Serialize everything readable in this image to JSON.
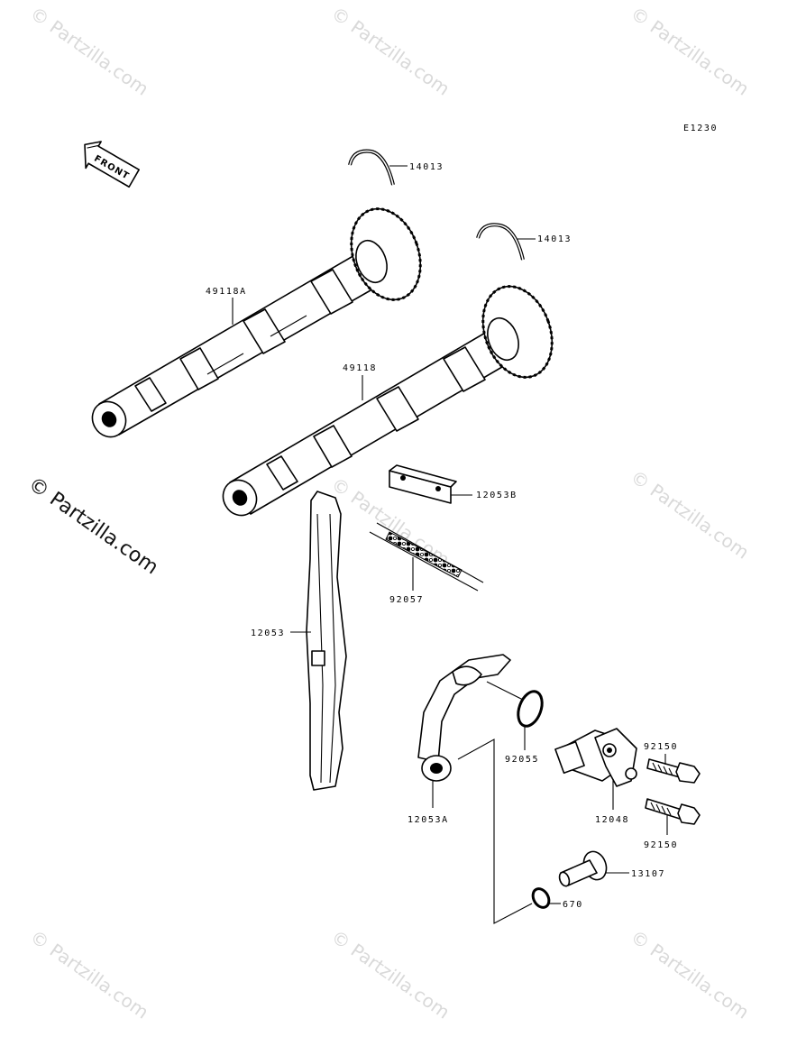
{
  "diagram": {
    "code": "E1230",
    "front_label": "FRONT",
    "copyright": "© Partzilla.com",
    "watermark": "© Partzilla.com",
    "parts": [
      {
        "id": "p14013a",
        "label": "14013"
      },
      {
        "id": "p14013b",
        "label": "14013"
      },
      {
        "id": "p49118a",
        "label": "49118A"
      },
      {
        "id": "p49118",
        "label": "49118"
      },
      {
        "id": "p12053b",
        "label": "12053B"
      },
      {
        "id": "p92057",
        "label": "92057"
      },
      {
        "id": "p12053",
        "label": "12053"
      },
      {
        "id": "p92055",
        "label": "92055"
      },
      {
        "id": "p92150a",
        "label": "92150"
      },
      {
        "id": "p12053a",
        "label": "12053A"
      },
      {
        "id": "p12048",
        "label": "12048"
      },
      {
        "id": "p92150b",
        "label": "92150"
      },
      {
        "id": "p13107",
        "label": "13107"
      },
      {
        "id": "p670",
        "label": "670"
      }
    ]
  }
}
